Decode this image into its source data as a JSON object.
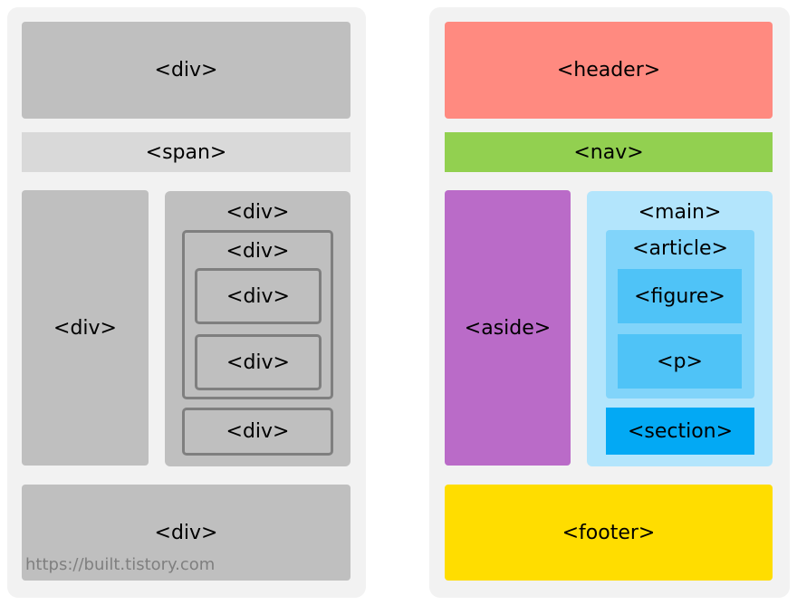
{
  "left_panel": {
    "top_div": "<div>",
    "span": "<span>",
    "side_div": "<div>",
    "outer_div": "<div>",
    "inner_div": "<div>",
    "inner_div_a": "<div>",
    "inner_div_b": "<div>",
    "bottom_small_div": "<div>",
    "footer_div": "<div>",
    "watermark": "https://built.tistory.com"
  },
  "right_panel": {
    "header": "<header>",
    "nav": "<nav>",
    "aside": "<aside>",
    "main": "<main>",
    "article": "<article>",
    "figure": "<figure>",
    "p": "<p>",
    "section": "<section>",
    "footer": "<footer>"
  },
  "colors": {
    "panel_bg": "#f2f2f2",
    "gray": "#bfbfbf",
    "light_gray": "#d9d9d9",
    "outline": "#7f7f7f",
    "header": "#ff8a80",
    "nav": "#92d050",
    "aside": "#ba6bc8",
    "main": "#b3e5fc",
    "article": "#81d4fa",
    "figure_p": "#4fc3f7",
    "section": "#03a9f4",
    "footer": "#ffdd00"
  }
}
